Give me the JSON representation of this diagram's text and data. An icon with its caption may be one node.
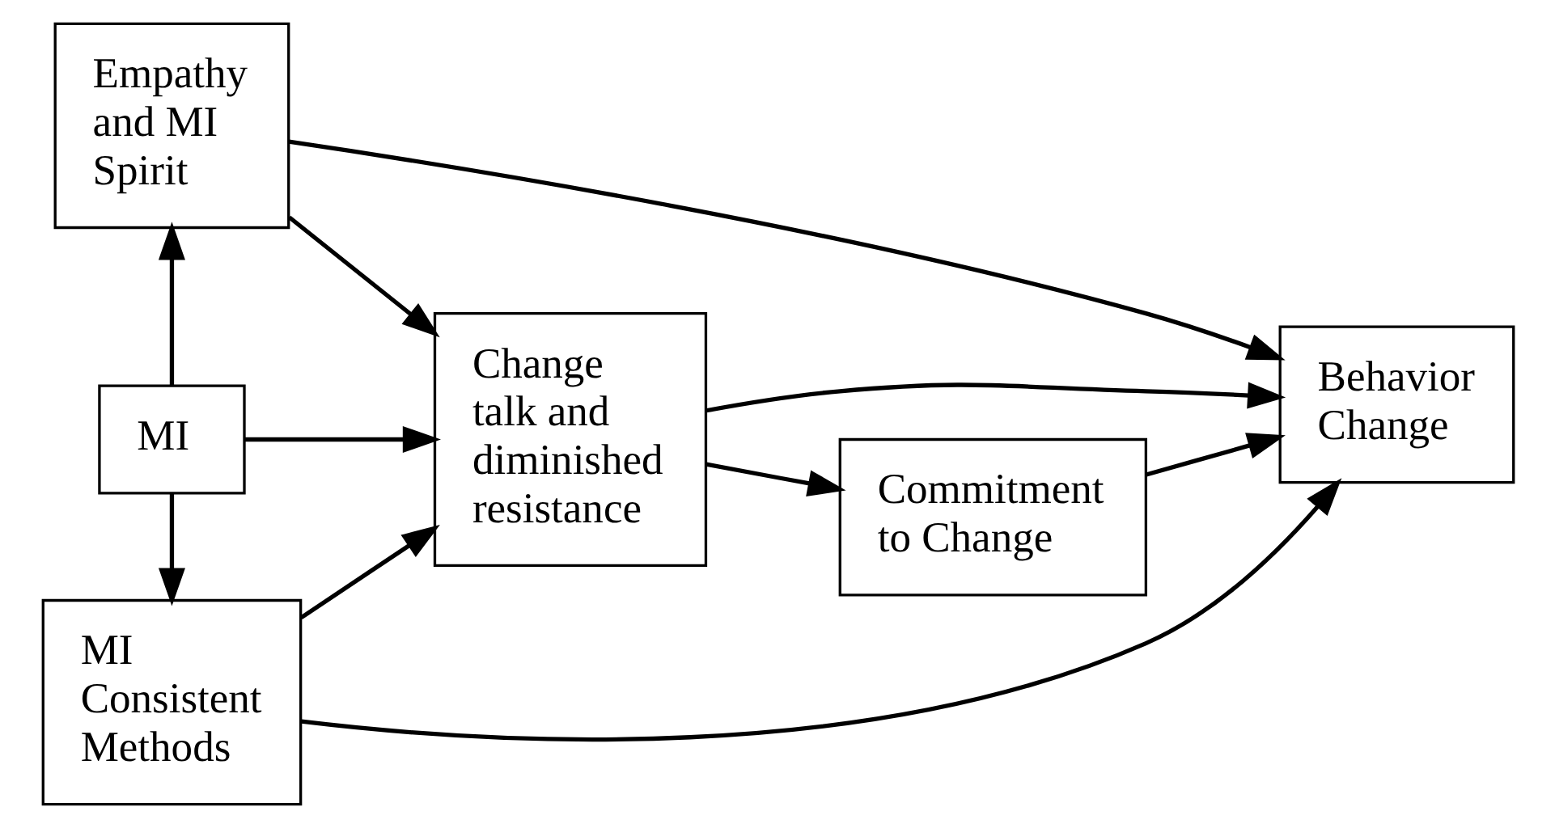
{
  "diagram": {
    "nodes": [
      {
        "text": [
          "MI"
        ]
      },
      {
        "text": [
          "Empathy and MI Spirit"
        ]
      },
      {
        "text": [
          "MI Consistent Methods"
        ]
      },
      {
        "text": [
          "Change talk and diminished resistance"
        ]
      },
      {
        "text": [
          "Commitment to Change"
        ]
      },
      {
        "text": [
          "Behavior Change"
        ]
      }
    ],
    "edges": [
      {
        "from": 0,
        "to": 1,
        "arrow": "to"
      },
      {
        "from": 0,
        "to": 3,
        "arrow": "to"
      },
      {
        "from": 0,
        "to": 2,
        "arrow": "to"
      },
      {
        "from": 1,
        "to": 3,
        "arrow": "to"
      },
      {
        "from": 1,
        "to": 5,
        "arrow": "to"
      },
      {
        "from": 2,
        "to": 3,
        "arrow": "to"
      },
      {
        "from": 2,
        "to": 5,
        "arrow": "to"
      },
      {
        "from": 3,
        "to": 5,
        "arrow": "to"
      },
      {
        "from": 3,
        "to": 4,
        "arrow": "to"
      },
      {
        "from": 4,
        "to": 5,
        "arrow": "to"
      }
    ]
  }
}
